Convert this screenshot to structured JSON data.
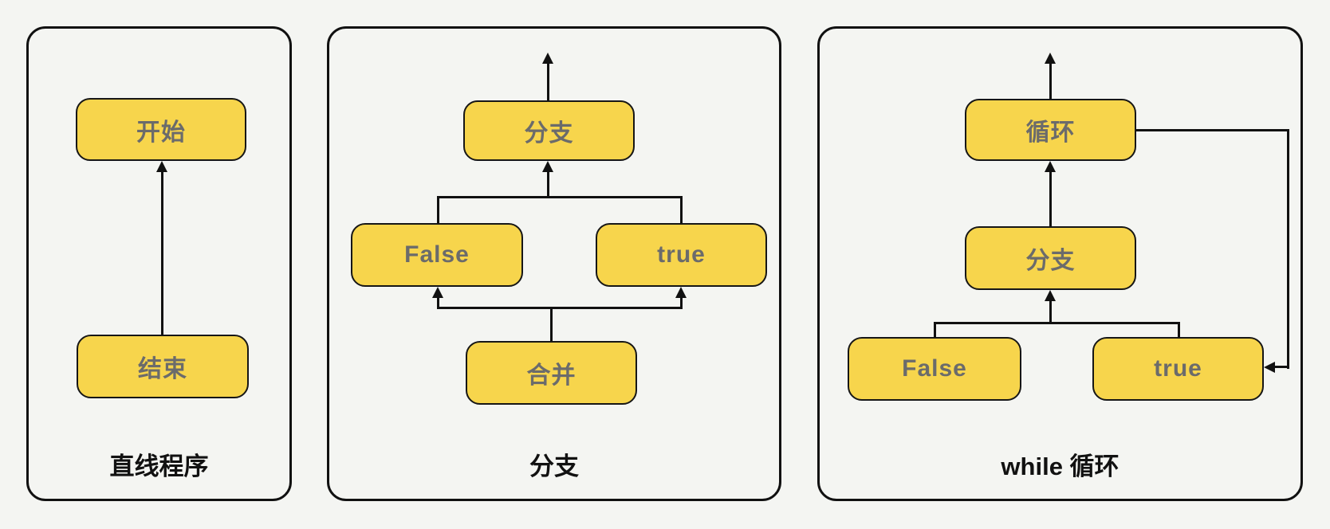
{
  "colors": {
    "background": "#F4F5F2",
    "node_fill": "#F7D54C",
    "node_border": "#161616",
    "node_text": "#6B6B6B",
    "caption_text": "#111111",
    "line": "#111111"
  },
  "panels": [
    {
      "caption": "直线程序",
      "nodes": {
        "start": "开始",
        "end": "结束"
      }
    },
    {
      "caption": "分支",
      "nodes": {
        "branch": "分支",
        "false": "False",
        "true": "true",
        "merge": "合并"
      }
    },
    {
      "caption": "while 循环",
      "nodes": {
        "loop": "循环",
        "branch": "分支",
        "false": "False",
        "true": "true"
      }
    }
  ]
}
